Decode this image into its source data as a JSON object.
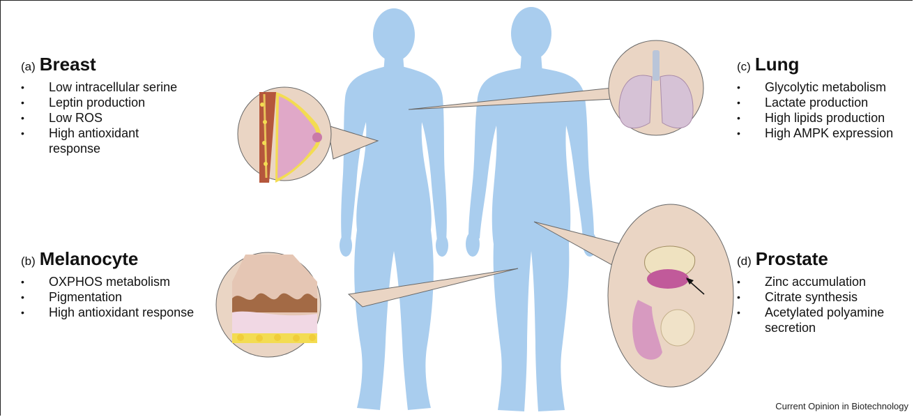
{
  "panels": {
    "breast": {
      "letter": "(a)",
      "title": "Breast",
      "items": [
        "Low intracellular serine",
        "Leptin production",
        "Low ROS",
        "High antioxidant response"
      ]
    },
    "melanocyte": {
      "letter": "(b)",
      "title": "Melanocyte",
      "items": [
        "OXPHOS metabolism",
        "Pigmentation",
        "High antioxidant response"
      ]
    },
    "lung": {
      "letter": "(c)",
      "title": "Lung",
      "items": [
        "Glycolytic metabolism",
        "Lactate production",
        "High lipids production",
        "High AMPK expression"
      ]
    },
    "prostate": {
      "letter": "(d)",
      "title": "Prostate",
      "items": [
        "Zinc accumulation",
        "Citrate synthesis",
        "Acetylated polyamine secretion"
      ]
    }
  },
  "credit": "Current Opinion in Biotechnology",
  "colors": {
    "body": "#a9cdee",
    "callout": "#ead5c4",
    "callout_stroke": "#666666",
    "breast_tissue": "#e0a8c8",
    "fat_yellow": "#f3dc52",
    "skin_tan": "#e5c6b4",
    "lung_purple": "#d6c2d6",
    "prostate_magenta": "#c15a9a"
  },
  "icons": [
    "female-silhouette",
    "male-silhouette",
    "breast-tissue-icon",
    "skin-section-icon",
    "lungs-icon",
    "prostate-anatomy-icon"
  ]
}
